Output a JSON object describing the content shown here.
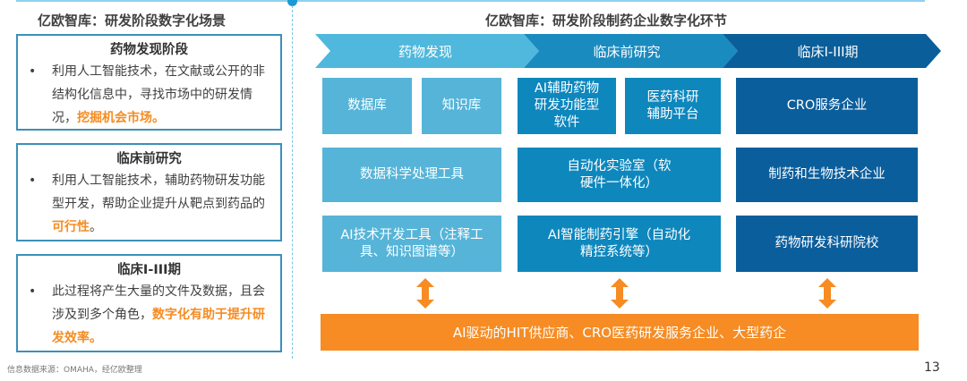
{
  "left": {
    "title": "亿欧智库：研发阶段数字化场景",
    "boxes": [
      {
        "title": "药物发现阶段",
        "text": "利用人工智能技术，在文献或公开的非结构化信息中，寻找市场中的研发情况，",
        "highlight": "挖掘机会市场。",
        "tail": ""
      },
      {
        "title": "临床前研究",
        "text": "利用人工智能技术，辅助药物研发功能型开发，帮助企业提升从靶点到药品的",
        "highlight": "可行性",
        "tail": "。"
      },
      {
        "title": "临床I-III期",
        "text": "此过程将产生大量的文件及数据，且会涉及到多个角色，",
        "highlight": "数字化有助于提升研发效率。",
        "tail": ""
      }
    ],
    "bullet": "•"
  },
  "right": {
    "title": "亿欧智库：研发阶段制药企业数字化环节",
    "stages": [
      "药物发现",
      "临床前研究",
      "临床I-III期"
    ],
    "cells": {
      "db": "数据库",
      "kb": "知识库",
      "ai_soft": "AI辅助药物研发功能型软件",
      "assist": "医药科研辅助平台",
      "cro": "CRO服务企业",
      "ds_tools": "数据科学处理工具",
      "auto_lab": "自动化实验室（软硬件一体化）",
      "pharma_bio": "制药和生物技术企业",
      "ai_dev": "AI技术开发工具（注释工具、知识图谱等）",
      "ai_engine": "AI智能制药引擎（自动化精控系统等）",
      "institutes": "药物研发科研院校"
    },
    "bottom": "AI驱动的HIT供应商、CRO医药研发服务企业、大型药企"
  },
  "footer": {
    "source": "信息数据来源：OMAHA，经亿欧整理",
    "page": "13"
  },
  "colors": {
    "stage1": "#4fb8dc",
    "stage2": "#1a8bbf",
    "stage3": "#0a5e99",
    "accent": "#f68c23"
  }
}
